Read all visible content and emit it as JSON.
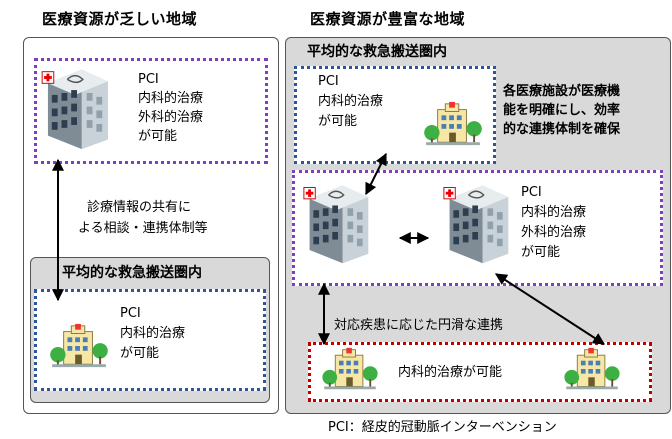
{
  "left_region": {
    "title": "医療資源が乏しい地域",
    "top_facility": {
      "lines": [
        "PCI",
        "内科的治療",
        "外科的治療",
        "が可能"
      ],
      "icon": "large-hospital-icon"
    },
    "link_text": [
      "診療情報の共有に",
      "よる相談・連携体制等"
    ],
    "transport_area": "平均的な救急搬送圏内",
    "bottom_facility": {
      "lines": [
        "PCI",
        "内科的治療",
        "が可能"
      ],
      "icon": "small-hospital-icon"
    }
  },
  "right_region": {
    "title": "医療資源が豊富な地域",
    "transport_area": "平均的な救急搬送圏内",
    "top_facility": {
      "lines": [
        "PCI",
        "内科的治療",
        "が可能"
      ],
      "icon": "small-hospital-icon"
    },
    "note": [
      "各医療施設が医療機",
      "能を明確にし、効率",
      "的な連携体制を確保"
    ],
    "middle_facility": {
      "lines": [
        "PCI",
        "内科的治療",
        "外科的治療",
        "が可能"
      ],
      "icon": "large-hospital-icon"
    },
    "link_text": "対応疾患に応じた円滑な連携",
    "bottom_facility": {
      "text": "内科的治療が可能",
      "icon": "small-hospital-icon"
    }
  },
  "footnote": "PCI：経皮的冠動脈インターベンション",
  "colors": {
    "purple_border": "#7f3fbf",
    "blue_border": "#2f5597",
    "red_border": "#c00000",
    "panel_grey": "#d9d9d9"
  }
}
